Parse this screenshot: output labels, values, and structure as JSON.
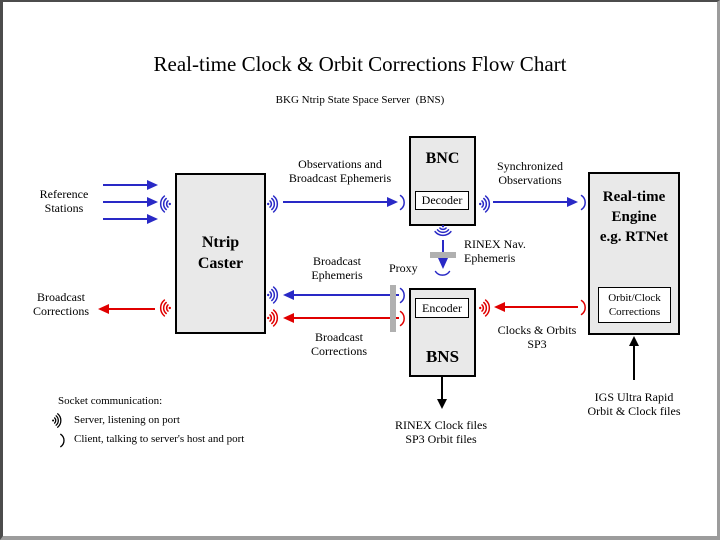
{
  "title": "Real-time Clock & Orbit Corrections Flow Chart",
  "subtitle": "BKG Ntrip State Space Server  (BNS)",
  "nodes": {
    "ntrip_caster": {
      "line1": "Ntrip",
      "line2": "Caster"
    },
    "bnc": {
      "title": "BNC",
      "sub": "Decoder"
    },
    "bns": {
      "title": "BNS",
      "sub": "Encoder"
    },
    "engine": {
      "line1": "Real-time",
      "line2": "Engine",
      "line3": "e.g. RTNet",
      "sub_line1": "Orbit/Clock",
      "sub_line2": "Corrections"
    }
  },
  "labels": {
    "reference_stations": {
      "line1": "Reference",
      "line2": "Stations"
    },
    "broadcast_corrections_left": {
      "line1": "Broadcast",
      "line2": "Corrections"
    },
    "observations": {
      "line1": "Observations and",
      "line2": "Broadcast Ephemeris"
    },
    "synchronized": {
      "line1": "Synchronized",
      "line2": "Observations"
    },
    "rinex_nav": {
      "line1": "RINEX Nav.",
      "line2": "Ephemeris"
    },
    "broadcast_ephemeris_mid": {
      "line1": "Broadcast",
      "line2": "Ephemeris"
    },
    "proxy": "Proxy",
    "broadcast_corrections_mid": {
      "line1": "Broadcast",
      "line2": "Corrections"
    },
    "clocks_orbits": {
      "line1": "Clocks & Orbits",
      "line2": "SP3"
    },
    "rinex_clock_files": {
      "line1": "RINEX Clock files",
      "line2": "SP3 Orbit files"
    },
    "igs": {
      "line1": "IGS Ultra Rapid",
      "line2": "Orbit & Clock files"
    }
  },
  "legend": {
    "heading": "Socket communication:",
    "server": "Server, listening on port",
    "client": "Client, talking to server's host and port"
  },
  "colors": {
    "socket_blue": "#2929c6",
    "socket_red": "#e00000",
    "box_fill": "#e9e9e9",
    "proxy_bar": "#b0b0b0"
  }
}
